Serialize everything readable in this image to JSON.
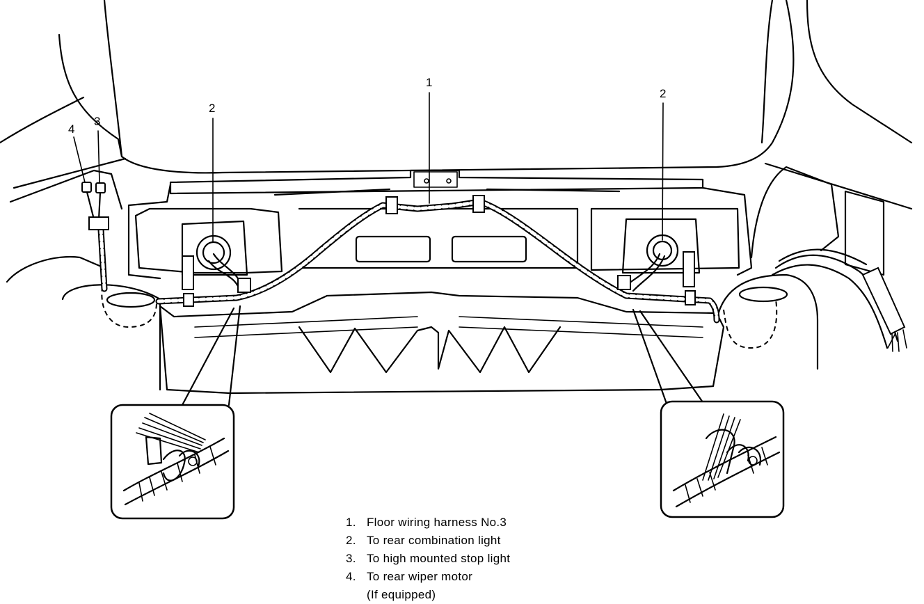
{
  "callouts": {
    "c1": "1",
    "c2_left": "2",
    "c2_right": "2",
    "c3": "3",
    "c4": "4"
  },
  "legend": {
    "items": [
      {
        "num": "1.",
        "text": "Floor wiring harness No.3"
      },
      {
        "num": "2.",
        "text": "To rear combination light"
      },
      {
        "num": "3.",
        "text": "To high mounted stop light"
      },
      {
        "num": "4.",
        "text": "To rear wiper motor"
      }
    ],
    "note": "(If equipped)"
  }
}
